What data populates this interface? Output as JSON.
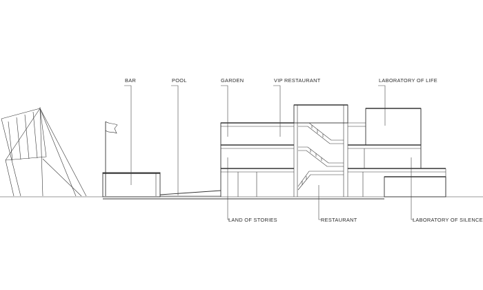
{
  "labels": {
    "bar": "BAR",
    "pool": "POOL",
    "garden": "GARDEN",
    "vip_restaurant": "VIP RESTAURANT",
    "laboratory_of_life": "LABORATORY OF LIFE",
    "land_of_stories": "LAND OF STORIES",
    "restaurant": "RESTAURANT",
    "laboratory_of_silence": "LABORATORY OF SILENCE"
  },
  "colors": {
    "line": "#333333",
    "text": "#2a2a2a",
    "background": "#ffffff"
  }
}
